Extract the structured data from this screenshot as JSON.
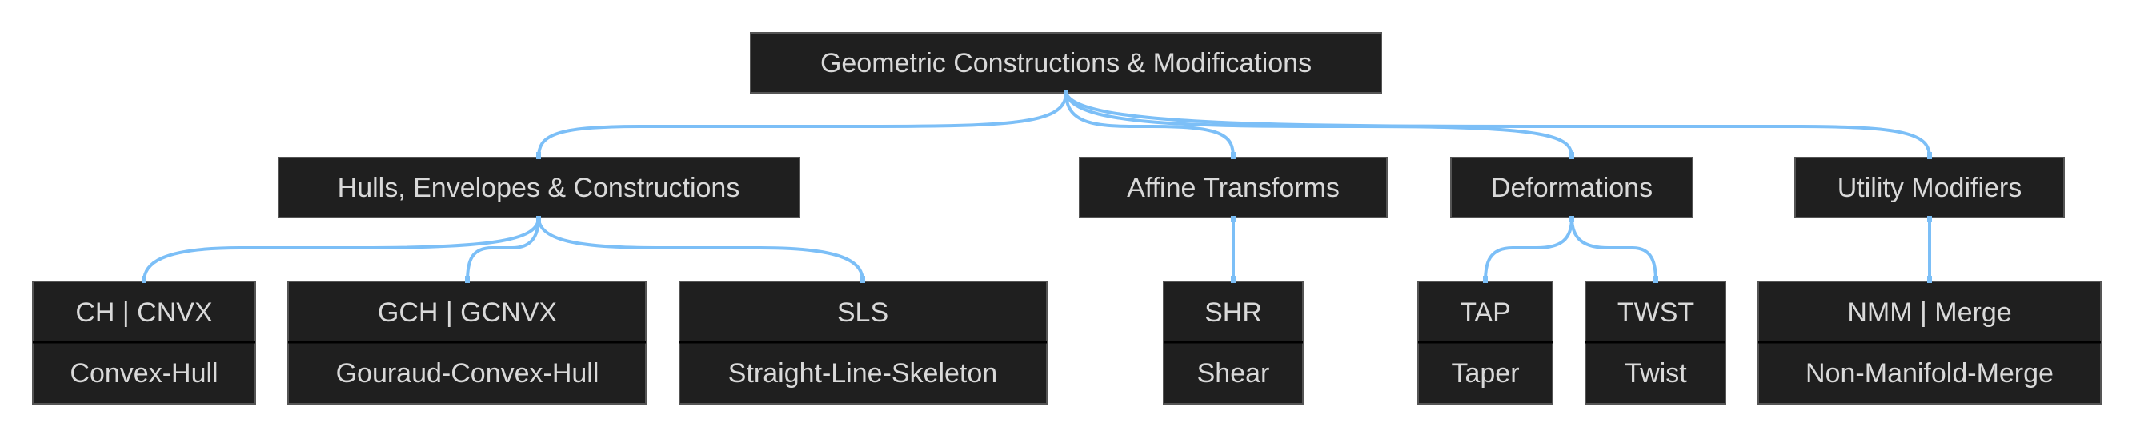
{
  "root": {
    "label": "Geometric Constructions & Modifications"
  },
  "categories": [
    {
      "label": "Hulls, Envelopes & Constructions"
    },
    {
      "label": "Affine Transforms"
    },
    {
      "label": "Deformations"
    },
    {
      "label": "Utility Modifiers"
    }
  ],
  "leaves": [
    {
      "code": "CH | CNVX",
      "name": "Convex-Hull"
    },
    {
      "code": "GCH | GCNVX",
      "name": "Gouraud-Convex-Hull"
    },
    {
      "code": "SLS",
      "name": "Straight-Line-Skeleton"
    },
    {
      "code": "SHR",
      "name": "Shear"
    },
    {
      "code": "TAP",
      "name": "Taper"
    },
    {
      "code": "TWST",
      "name": "Twist"
    },
    {
      "code": "NMM | Merge",
      "name": "Non-Manifold-Merge"
    }
  ],
  "colors": {
    "node_fill": "#1f1f1f",
    "edge": "#7cbff7",
    "text": "#d9d9d9"
  }
}
